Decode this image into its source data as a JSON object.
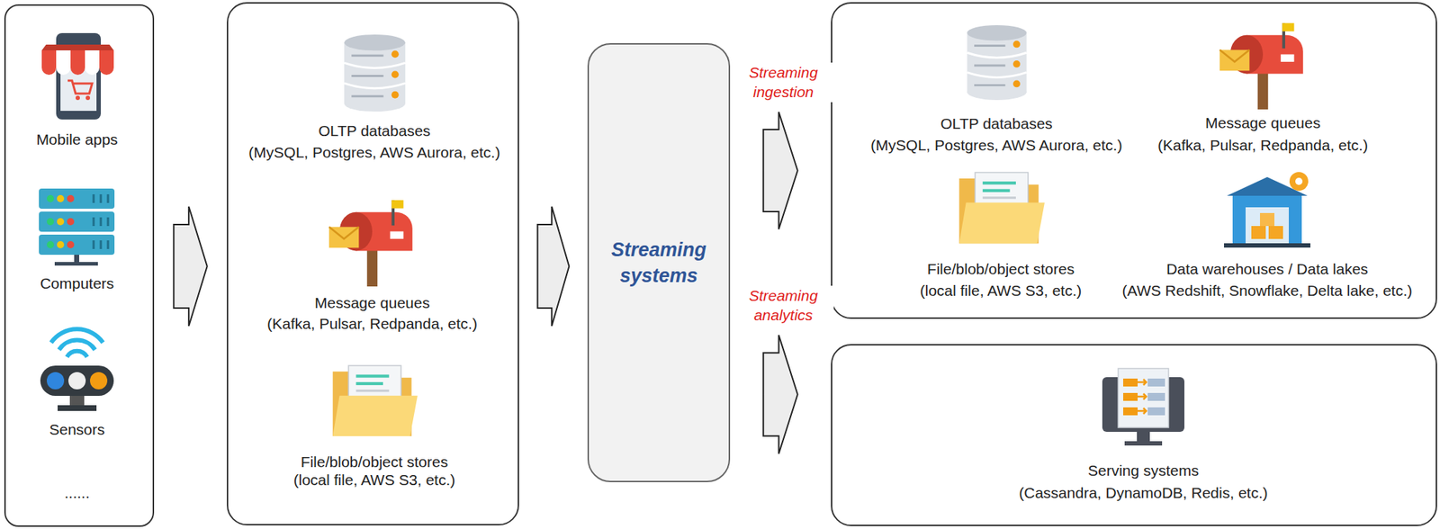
{
  "diagram": {
    "nodes": [
      {
        "text": [
          "Mobile apps",
          "Computers",
          "Sensors",
          "......"
        ]
      },
      {
        "text": [
          "OLTP databases",
          "(MySQL, Postgres, AWS Aurora, etc.)",
          "Message queues",
          "(Kafka, Pulsar, Redpanda, etc.)",
          "File/blob/object stores",
          "(local file, AWS S3, etc.)"
        ]
      },
      {
        "text": [
          "Streaming systems"
        ]
      },
      {
        "text": [
          "OLTP databases",
          "(MySQL, Postgres, AWS Aurora, etc.)",
          "Message queues",
          "(Kafka, Pulsar, Redpanda, etc.)",
          "File/blob/object stores",
          "(local file, AWS S3, etc.)",
          "Data warehouses / Data lakes",
          "(AWS Redshift, Snowflake, Delta lake, etc.)"
        ]
      },
      {
        "text": [
          "Serving systems",
          "(Cassandra, DynamoDB, Redis, etc.)"
        ]
      }
    ],
    "edges": [
      {
        "from": 0,
        "to": 1,
        "arrow": "to"
      },
      {
        "from": 1,
        "to": 2,
        "arrow": "to"
      },
      {
        "from": 2,
        "to": 3,
        "label": "Streaming ingestion",
        "arrow": "to"
      },
      {
        "from": 2,
        "to": 4,
        "label": "Streaming analytics",
        "arrow": "to"
      }
    ]
  }
}
